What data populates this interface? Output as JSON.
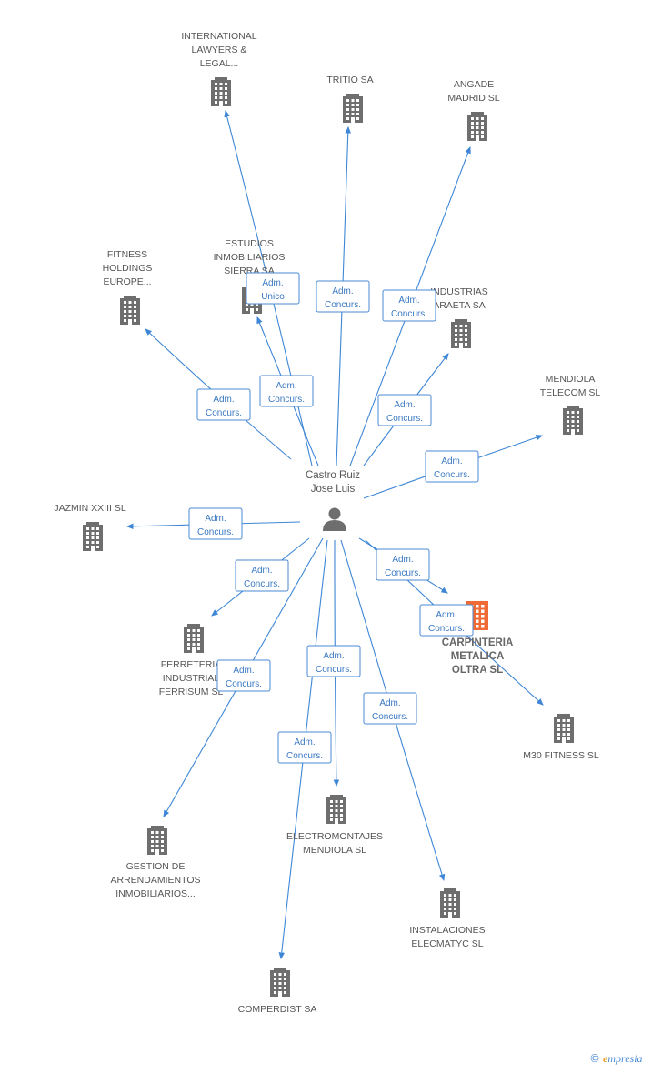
{
  "person": {
    "name_line1": "Castro Ruiz",
    "name_line2": "Jose Luis",
    "icon": "person-icon"
  },
  "companies": [
    {
      "id": "international-lawyers",
      "lines": [
        "INTERNATIONAL",
        "LAWYERS &",
        "LEGAL..."
      ],
      "icon": "building-icon",
      "highlighted": false
    },
    {
      "id": "tritio",
      "lines": [
        "TRITIO SA"
      ],
      "icon": "building-icon",
      "highlighted": false
    },
    {
      "id": "angade",
      "lines": [
        "ANGADE",
        "MADRID SL"
      ],
      "icon": "building-icon",
      "highlighted": false
    },
    {
      "id": "fitness-holdings",
      "lines": [
        "FITNESS",
        "HOLDINGS",
        "EUROPE..."
      ],
      "icon": "building-icon",
      "highlighted": false
    },
    {
      "id": "estudios",
      "lines": [
        "ESTUDIOS",
        "INMOBILIARIOS",
        "SIERRA SA"
      ],
      "icon": "building-icon",
      "highlighted": false
    },
    {
      "id": "industrias",
      "lines": [
        "INDUSTRIAS",
        "ARAETA SA"
      ],
      "icon": "building-icon",
      "highlighted": false
    },
    {
      "id": "mendiola-telecom",
      "lines": [
        "MENDIOLA",
        "TELECOM SL"
      ],
      "icon": "building-icon",
      "highlighted": false
    },
    {
      "id": "jazmin",
      "lines": [
        "JAZMIN XXIII SL"
      ],
      "icon": "building-icon",
      "highlighted": false
    },
    {
      "id": "carpinteria",
      "lines": [
        "CARPINTERIA",
        "METALICA",
        "OLTRA SL"
      ],
      "icon": "building-icon",
      "highlighted": true
    },
    {
      "id": "ferreteria",
      "lines": [
        "FERRETERIA",
        "INDUSTRIAL",
        "FERRISUM SL"
      ],
      "icon": "building-icon",
      "highlighted": false
    },
    {
      "id": "m30",
      "lines": [
        "M30 FITNESS SL"
      ],
      "icon": "building-icon",
      "highlighted": false
    },
    {
      "id": "electromontajes",
      "lines": [
        "ELECTROMONTAJES",
        "MENDIOLA SL"
      ],
      "icon": "building-icon",
      "highlighted": false
    },
    {
      "id": "gestion",
      "lines": [
        "GESTION DE",
        "ARRENDAMIENTOS",
        "INMOBILIARIOS..."
      ],
      "icon": "building-icon",
      "highlighted": false
    },
    {
      "id": "instalaciones",
      "lines": [
        "INSTALACIONES",
        "ELECMATYC SL"
      ],
      "icon": "building-icon",
      "highlighted": false
    },
    {
      "id": "comperdist",
      "lines": [
        "COMPERDIST SA"
      ],
      "icon": "building-icon",
      "highlighted": false
    }
  ],
  "relations": [
    {
      "to": "international-lawyers",
      "lines": [
        "Adm.",
        "Unico"
      ]
    },
    {
      "to": "tritio",
      "lines": [
        "Adm.",
        "Concurs."
      ]
    },
    {
      "to": "angade",
      "lines": [
        "Adm.",
        "Concurs."
      ]
    },
    {
      "to": "fitness-holdings",
      "lines": [
        "Adm.",
        "Concurs."
      ]
    },
    {
      "to": "estudios",
      "lines": [
        "Adm.",
        "Concurs."
      ]
    },
    {
      "to": "industrias",
      "lines": [
        "Adm.",
        "Concurs."
      ]
    },
    {
      "to": "mendiola-telecom",
      "lines": [
        "Adm.",
        "Concurs."
      ]
    },
    {
      "to": "jazmin",
      "lines": [
        "Adm.",
        "Concurs."
      ]
    },
    {
      "to": "carpinteria",
      "lines": [
        "Adm.",
        "Concurs."
      ]
    },
    {
      "to": "ferreteria",
      "lines": [
        "Adm.",
        "Concurs."
      ]
    },
    {
      "to": "m30",
      "lines": [
        "Adm.",
        "Concurs."
      ]
    },
    {
      "to": "electromontajes",
      "lines": [
        "Adm.",
        "Concurs."
      ]
    },
    {
      "to": "gestion",
      "lines": [
        "Adm.",
        "Concurs."
      ]
    },
    {
      "to": "instalaciones",
      "lines": [
        "Adm.",
        "Concurs."
      ]
    },
    {
      "to": "comperdist",
      "lines": [
        "Adm.",
        "Concurs."
      ]
    }
  ],
  "colors": {
    "edge": "#3f87d6",
    "building": "#6e6e6e",
    "highlight": "#f06a35",
    "box_border": "#4a8ad4",
    "box_text": "#3a78c2"
  },
  "footer": {
    "copyright": "©",
    "brand_initial": "e",
    "brand_rest": "mpresia"
  }
}
